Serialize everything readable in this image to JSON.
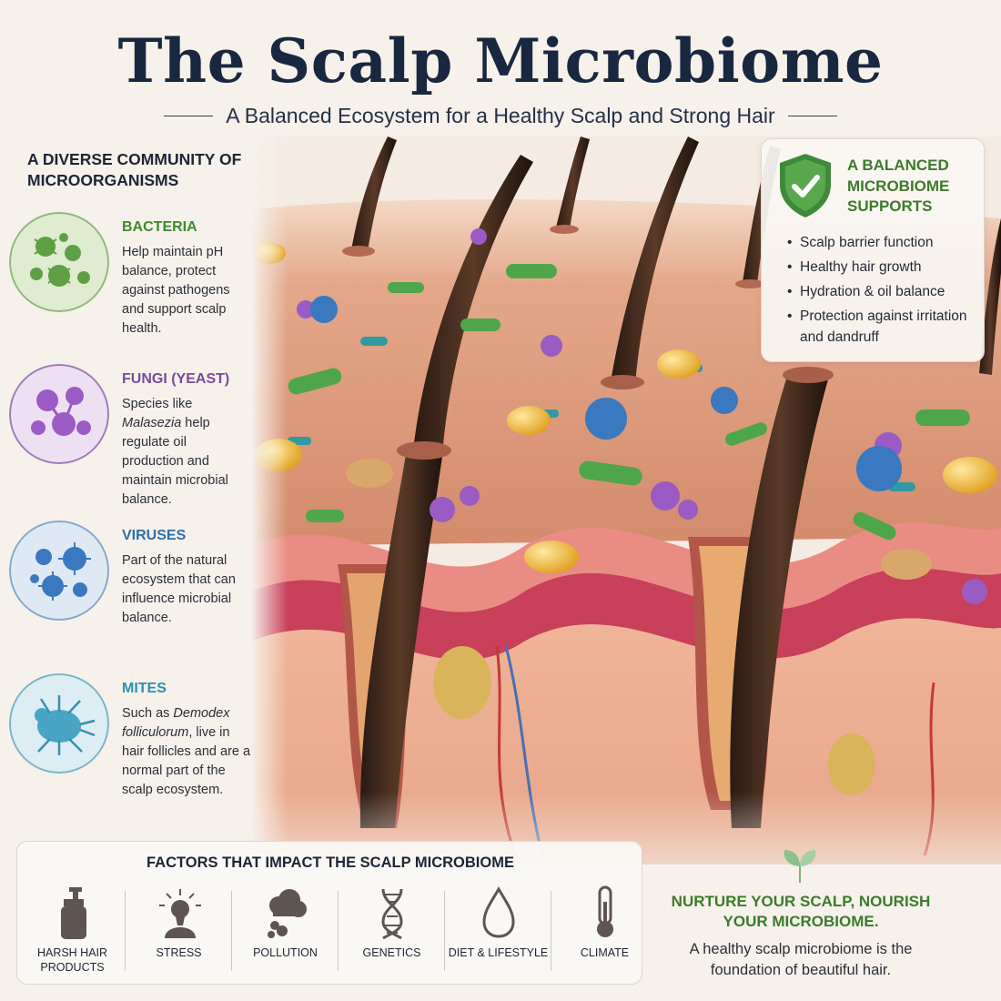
{
  "header": {
    "title": "The Scalp Microbiome",
    "subtitle": "A Balanced Ecosystem for a Healthy Scalp and Strong Hair"
  },
  "community": {
    "heading": "A DIVERSE COMMUNITY OF MICROORGANISMS",
    "organisms": [
      {
        "name": "BACTERIA",
        "color": "#3f8a2e",
        "icon": "bacteria-icon",
        "description": "Help maintain pH balance, protect against pathogens and support scalp health."
      },
      {
        "name": "FUNGI (YEAST)",
        "color": "#7a4a9c",
        "icon": "fungi-icon",
        "description_before": "Species like ",
        "description_italic": "Malasezia",
        "description_after": " help regulate oil production and maintain microbial balance."
      },
      {
        "name": "VIRUSES",
        "color": "#2f6fa8",
        "icon": "virus-icon",
        "description": "Part of the natural ecosystem that can influence microbial balance."
      },
      {
        "name": "MITES",
        "color": "#2e8fb3",
        "icon": "mite-icon",
        "description_before": "Such as ",
        "description_italic": "Demodex folliculorum",
        "description_after": ", live in hair follicles and are a normal part of the scalp ecosystem."
      }
    ]
  },
  "supports": {
    "title": "A BALANCED MICROBIOME SUPPORTS",
    "icon": "shield-check-icon",
    "items": [
      "Scalp barrier function",
      "Healthy hair growth",
      "Hydration & oil balance",
      "Protection against irritation and dandruff"
    ]
  },
  "factors": {
    "title": "FACTORS THAT IMPACT THE SCALP MICROBIOME",
    "items": [
      {
        "label": "HARSH HAIR PRODUCTS",
        "icon": "pump-bottle-icon"
      },
      {
        "label": "STRESS",
        "icon": "stress-head-icon"
      },
      {
        "label": "POLLUTION",
        "icon": "smog-cloud-icon"
      },
      {
        "label": "GENETICS",
        "icon": "dna-icon"
      },
      {
        "label": "DIET & LIFESTYLE",
        "icon": "droplet-icon"
      },
      {
        "label": "CLIMATE",
        "icon": "thermometer-icon"
      }
    ]
  },
  "nurture": {
    "heading": "NURTURE YOUR SCALP, NOURISH YOUR MICROBIOME.",
    "text": "A healthy scalp microbiome is the foundation of beautiful hair."
  },
  "colors": {
    "navy": "#1a2740",
    "green": "#3d7a2c",
    "skin": "#e8a886",
    "dermis": "#c8405a"
  }
}
